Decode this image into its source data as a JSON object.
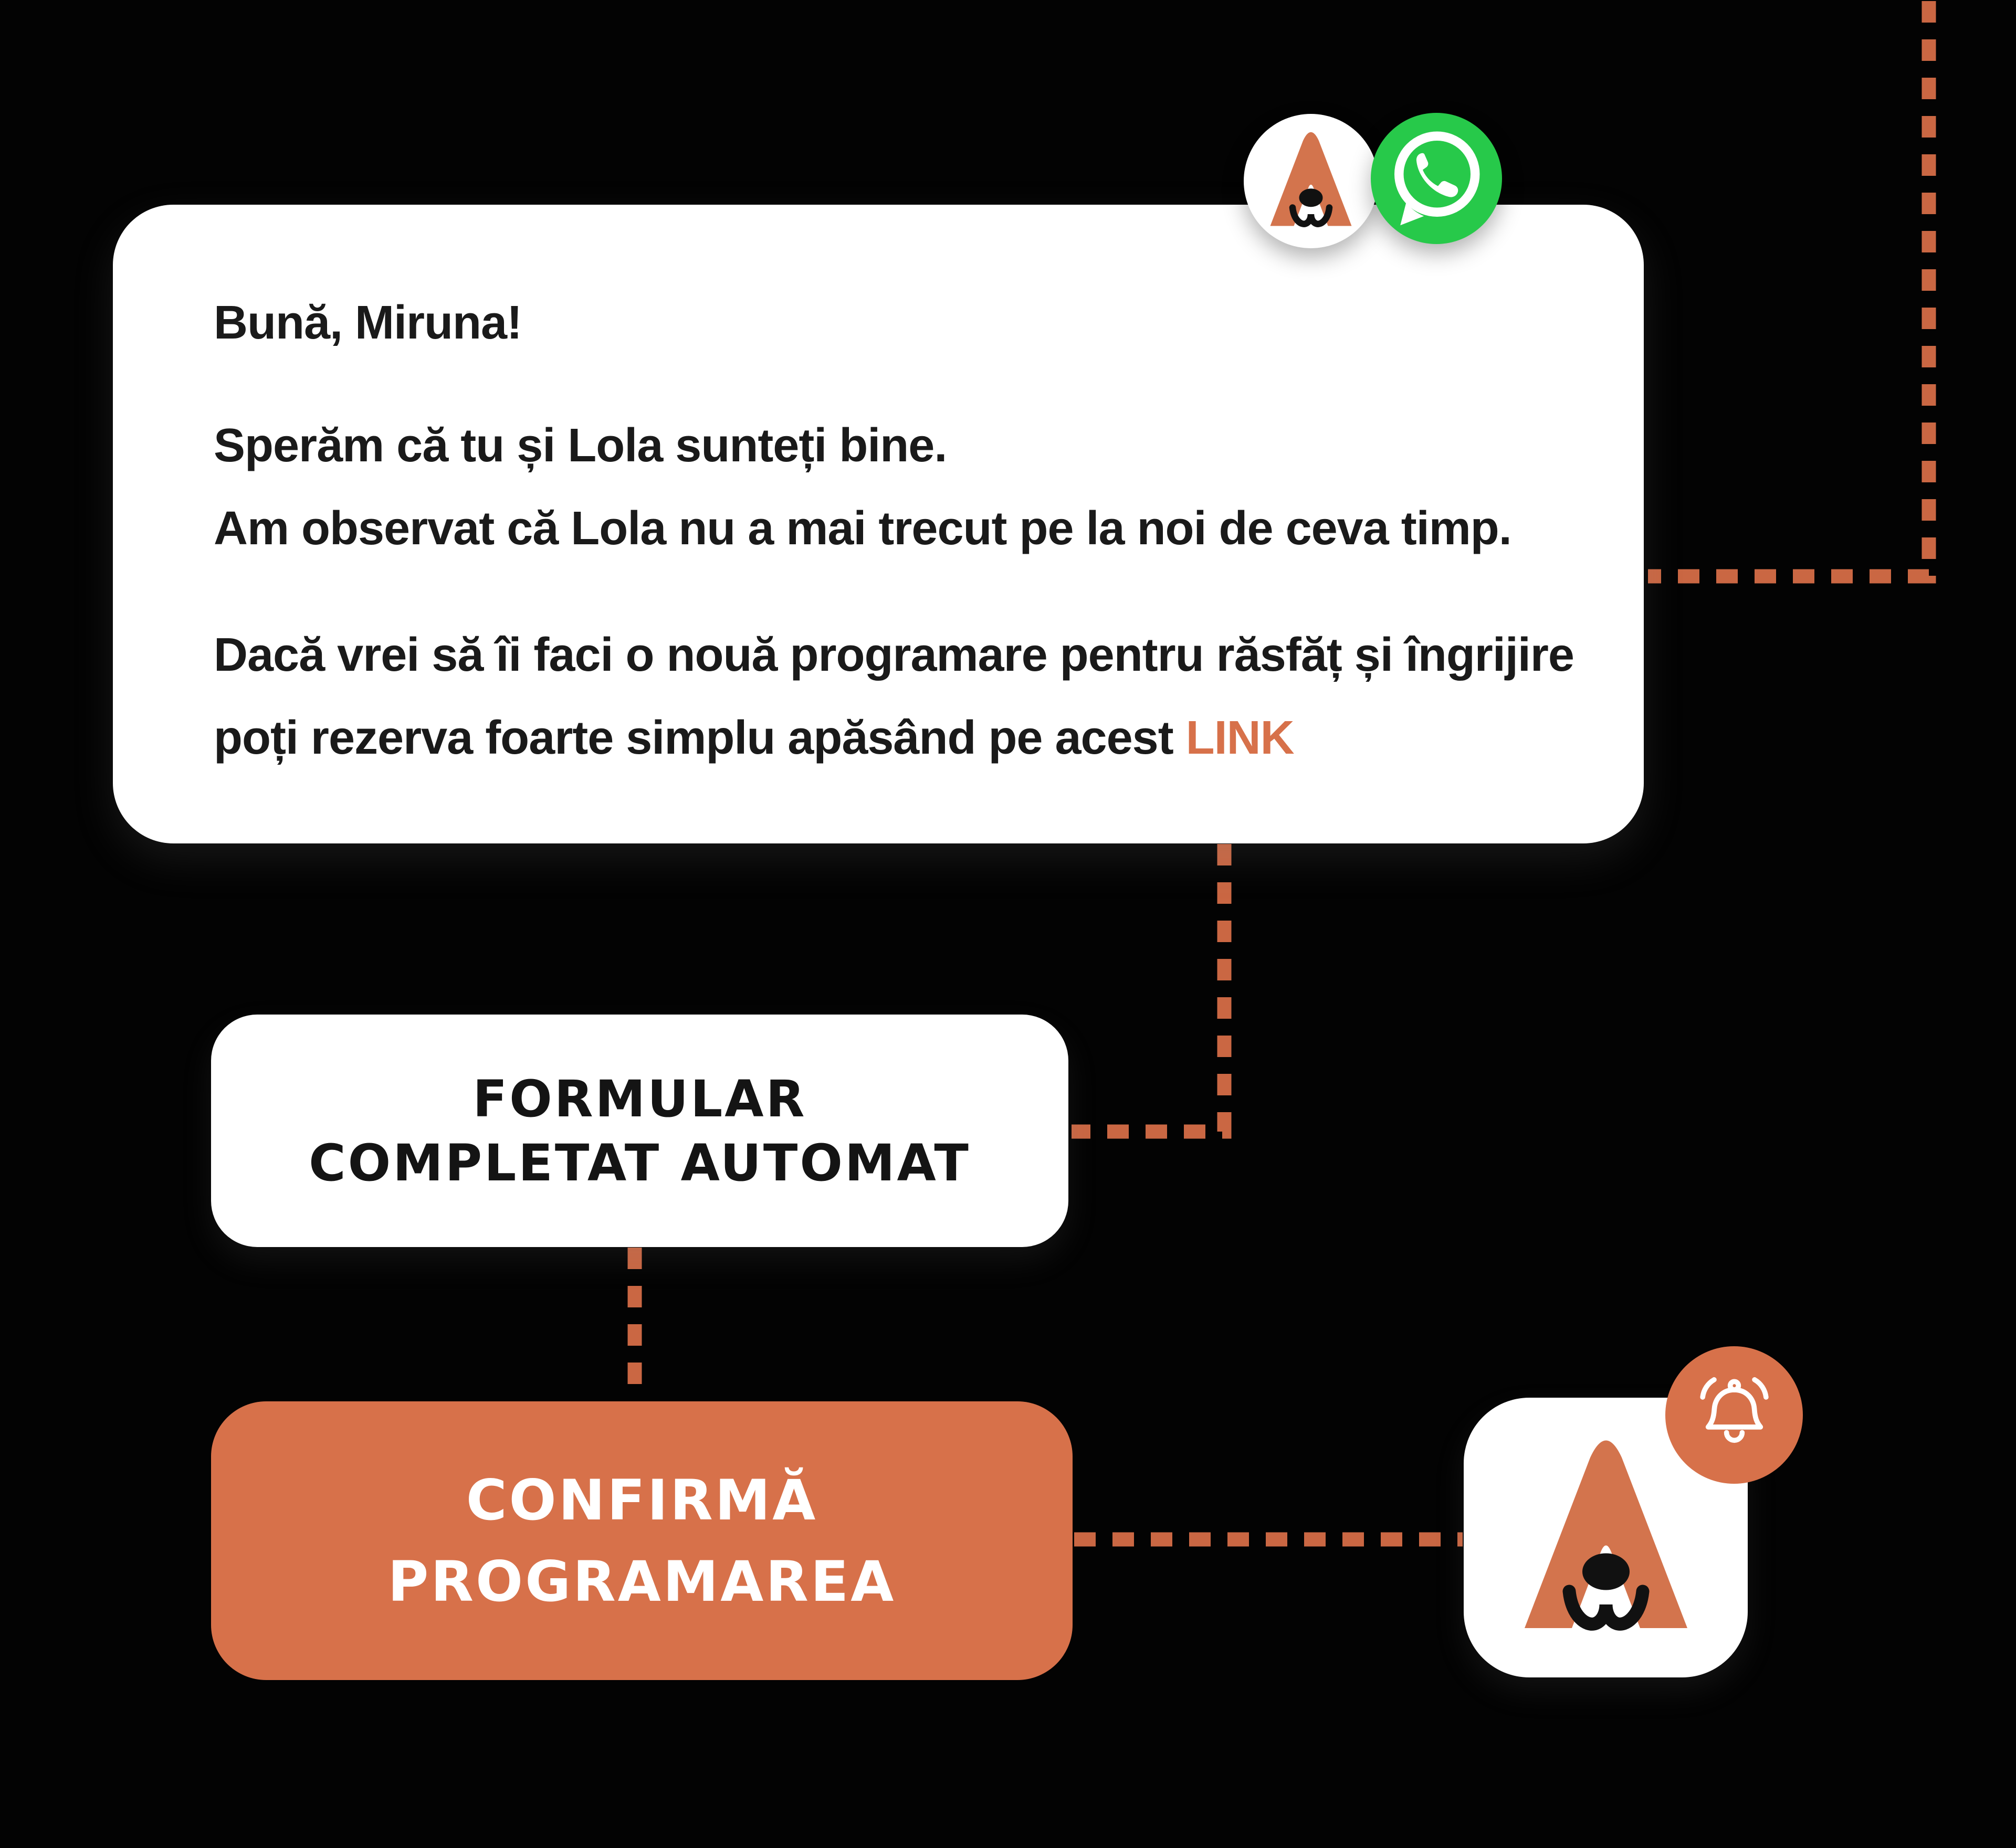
{
  "colors": {
    "background": "#030303",
    "card": "#FFFFFF",
    "text": "#1A1A1A",
    "accent": "#D7714A",
    "dash": "#CA6743",
    "whatsapp": "#27C94A",
    "logo": "#D3744D",
    "button-text": "#FFFFFF"
  },
  "message_card": {
    "greeting": "Bună, Miruna!",
    "paragraph1": {
      "line1": "Sperăm că tu și Lola sunteți bine.",
      "line2": "Am observat că Lola nu a mai trecut pe la noi de ceva timp."
    },
    "paragraph2": {
      "line1": "Dacă vrei să îi faci o nouă programare pentru răsfăț și îngrijire",
      "line2_prefix": "poți rezerva foarte simplu apăsând pe acest ",
      "link_label": "LINK"
    }
  },
  "flow": {
    "form_node": {
      "line1": "FORMULAR",
      "line2": "COMPLETAT AUTOMAT"
    },
    "confirm_node": {
      "line1": "CONFIRMĂ",
      "line2": "PROGRAMAREA"
    }
  },
  "icons": {
    "brand_avatar": "pet-brand-logo-icon",
    "whatsapp_avatar": "whatsapp-icon",
    "app_icon": "pet-brand-app-icon",
    "notification_badge": "bell-icon"
  }
}
